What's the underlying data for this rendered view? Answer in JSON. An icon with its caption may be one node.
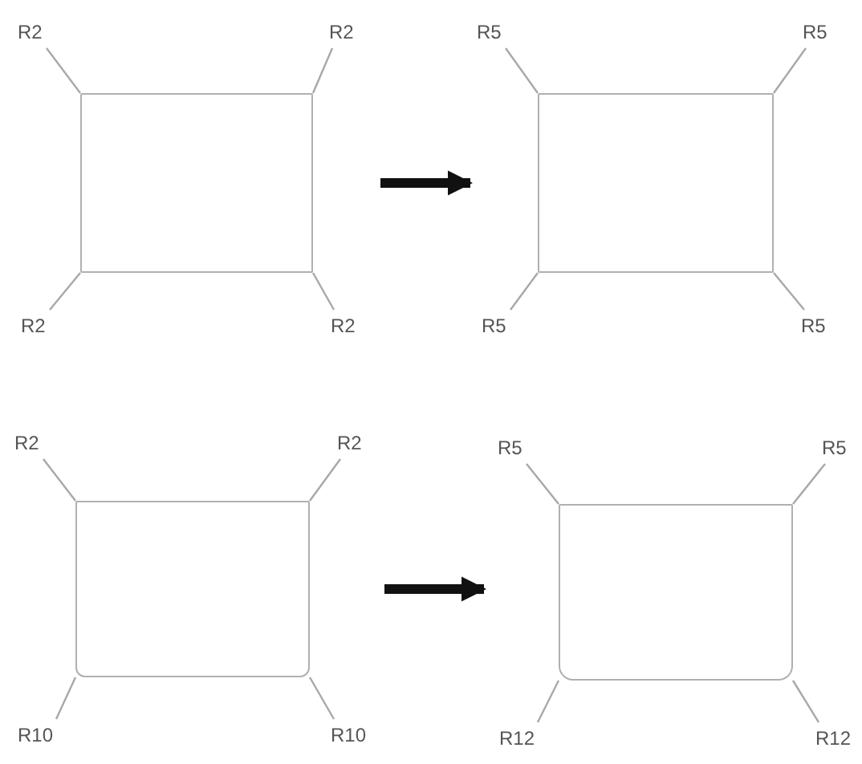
{
  "diagram": {
    "nodes": [
      {
        "text": [],
        "shape": "box"
      },
      {
        "text": [],
        "shape": "box"
      },
      {
        "text": [],
        "shape": "box"
      },
      {
        "text": [],
        "shape": "box"
      },
      {
        "text": [
          "R2"
        ]
      },
      {
        "text": [
          "R2"
        ]
      },
      {
        "text": [
          "R2"
        ]
      },
      {
        "text": [
          "R2"
        ]
      },
      {
        "text": [
          "R5"
        ]
      },
      {
        "text": [
          "R5"
        ]
      },
      {
        "text": [
          "R5"
        ]
      },
      {
        "text": [
          "R5"
        ]
      },
      {
        "text": [
          "R2"
        ]
      },
      {
        "text": [
          "R2"
        ]
      },
      {
        "text": [
          "R10"
        ]
      },
      {
        "text": [
          "R10"
        ]
      },
      {
        "text": [
          "R5"
        ]
      },
      {
        "text": [
          "R5"
        ]
      },
      {
        "text": [
          "R12"
        ]
      },
      {
        "text": [
          "R12"
        ]
      }
    ],
    "edges": [
      {
        "from": 0,
        "to": 1,
        "arrow": "to",
        "style": "thick",
        "color": "#111111"
      },
      {
        "from": 2,
        "to": 3,
        "arrow": "to",
        "style": "thick",
        "color": "#111111"
      },
      {
        "from": 4,
        "to": 0,
        "arrow": "none"
      },
      {
        "from": 5,
        "to": 0,
        "arrow": "none"
      },
      {
        "from": 6,
        "to": 0,
        "arrow": "none"
      },
      {
        "from": 7,
        "to": 0,
        "arrow": "none"
      },
      {
        "from": 8,
        "to": 1,
        "arrow": "none"
      },
      {
        "from": 9,
        "to": 1,
        "arrow": "none"
      },
      {
        "from": 10,
        "to": 1,
        "arrow": "none"
      },
      {
        "from": 11,
        "to": 1,
        "arrow": "none"
      },
      {
        "from": 12,
        "to": 2,
        "arrow": "none"
      },
      {
        "from": 13,
        "to": 2,
        "arrow": "none"
      },
      {
        "from": 14,
        "to": 2,
        "arrow": "none"
      },
      {
        "from": 15,
        "to": 2,
        "arrow": "none"
      },
      {
        "from": 16,
        "to": 3,
        "arrow": "none"
      },
      {
        "from": 17,
        "to": 3,
        "arrow": "none"
      },
      {
        "from": 18,
        "to": 3,
        "arrow": "none"
      },
      {
        "from": 19,
        "to": 3,
        "arrow": "none"
      }
    ]
  }
}
